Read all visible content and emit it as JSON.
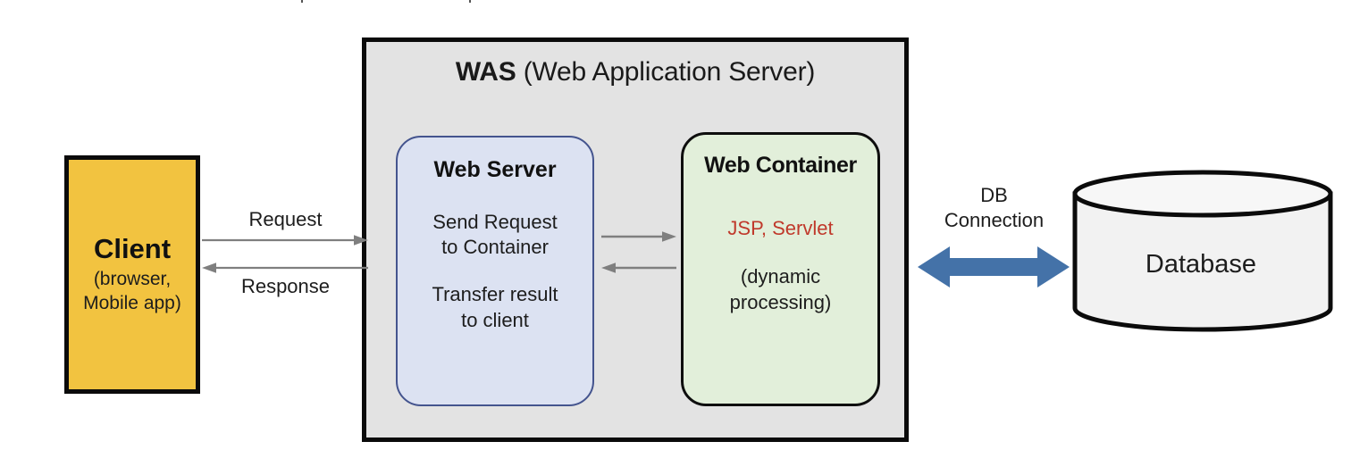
{
  "diagram": {
    "title_fragment_visible": false,
    "was": {
      "title_bold": "WAS",
      "title_rest": " (Web Application Server)"
    },
    "client": {
      "title": "Client",
      "sub_line1": "(browser,",
      "sub_line2": "Mobile app)"
    },
    "web_server": {
      "title": "Web Server",
      "line1": "Send Request",
      "line2": "to Container",
      "line3": "Transfer result",
      "line4": "to client"
    },
    "web_container": {
      "title": "Web Container",
      "tech": "JSP, Servlet",
      "line1": "(dynamic",
      "line2": "processing)"
    },
    "arrows": {
      "request_label": "Request",
      "response_label": "Response",
      "db_label_line1": "DB",
      "db_label_line2": "Connection"
    },
    "database": {
      "label": "Database"
    },
    "colors": {
      "was_fill": "#e3e3e3",
      "was_border": "#0b0b0b",
      "client_fill": "#f2c340",
      "client_border": "#0b0b0b",
      "web_server_fill": "#dce2f2",
      "web_server_border": "#44548e",
      "web_container_fill": "#e2efda",
      "web_container_border": "#0e0e0e",
      "tech_text": "#c0392b",
      "arrow_gray": "#7f7f7f",
      "db_arrow_blue": "#4472a8",
      "db_cylinder_fill": "#f2f2f2",
      "db_cylinder_border": "#0b0b0b"
    }
  }
}
